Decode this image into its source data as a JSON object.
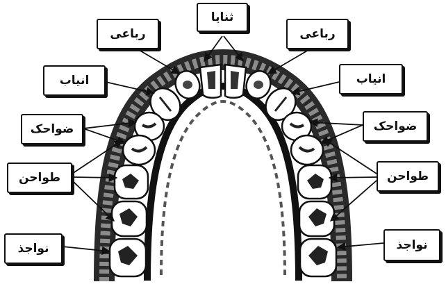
{
  "labels": {
    "thanaya": "ثنایا",
    "rubai_left": "رباعی",
    "rubai_right": "رباعی",
    "anyab_left": "انیاب",
    "anyab_right": "انیاب",
    "dawahik_left": "ضواحک",
    "dawahik_right": "ضواحک",
    "tawahin_left": "طواحن",
    "tawahin_right": "طواحن",
    "nawajiz_left": "نواجذ",
    "nawajiz_right": "نواجذ"
  },
  "colors": {
    "ink": "#111111",
    "tooth": "#ffffff",
    "gum": "#2a2a2a",
    "gum_light": "#8c8c8c"
  }
}
